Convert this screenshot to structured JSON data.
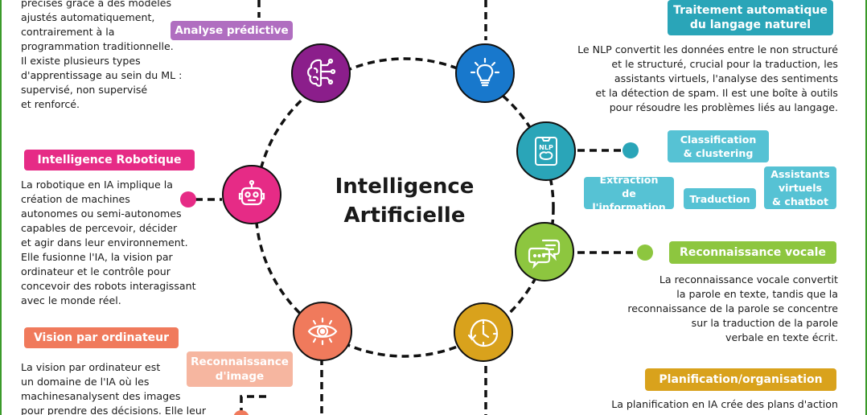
{
  "center": {
    "title": "Intelligence\nArtificielle"
  },
  "colors": {
    "purple": "#8b1e8b",
    "purple_label": "#b06ec0",
    "blue": "#1878cc",
    "teal": "#2aa5b8",
    "chip": "#56c2d4",
    "green": "#8dc63f",
    "gold": "#d9a21c",
    "salmon": "#f07a5c",
    "salmon_light": "#f6b6a0",
    "magenta": "#e62b86"
  },
  "icons": {
    "ml": "brain-circuit-icon",
    "idea": "lightbulb-icon",
    "nlp": "nlp-tablet-icon",
    "voice": "speech-bubbles-icon",
    "clock": "clock-icon",
    "eye": "eye-icon",
    "robot": "robot-icon"
  },
  "ml": {
    "label": "Analyse prédictive",
    "text": "précises grâce à des modèles\najustés automatiquement,\ncontrairement à la\nprogrammation traditionnelle.\nIl existe plusieurs types\nd'apprentissage au sein du ML :\nsupervisé, non supervisé\net renforcé."
  },
  "nlp": {
    "title": "Traitement automatique\ndu langage naturel",
    "text": "Le NLP convertit les données entre le non structuré\net le structuré, crucial pour la traduction, les\nassistants virtuels, l'analyse des sentiments\net la détection de spam. Il est une boîte à outils\npour résoudre les problèmes liés au langage.",
    "icon_text": "NLP",
    "chips": {
      "classification": "Classification\n& clustering",
      "extraction": "Extraction\nde l'information",
      "traduction": "Traduction",
      "assistants": "Assistants\nvirtuels\n& chatbot"
    }
  },
  "robotics": {
    "title": "Intelligence Robotique",
    "text": "La robotique en IA implique la\ncréation de machines\nautonomes ou semi-autonomes\ncapables de percevoir, décider\net agir dans leur environnement.\nElle fusionne l'IA, la vision par\nordinateur et le contrôle pour\nconcevoir des robots interagissant\navec le monde réel."
  },
  "voice": {
    "title": "Reconnaissance vocale",
    "text": "La reconnaissance vocale convertit\nla parole en texte, tandis que la\nreconnaissance de la parole se concentre\nsur la traduction de la parole\nverbale en texte écrit."
  },
  "vision": {
    "title": "Vision par ordinateur",
    "sub": "Reconnaissance\nd'image",
    "text": "La vision par ordinateur est\nun domaine de l'IA où les\nmachinesanalysent des images\npour prendre des décisions. Elle leur"
  },
  "planning": {
    "title": "Planification/organisation",
    "text": "La planification en IA crée des plans d'action"
  }
}
